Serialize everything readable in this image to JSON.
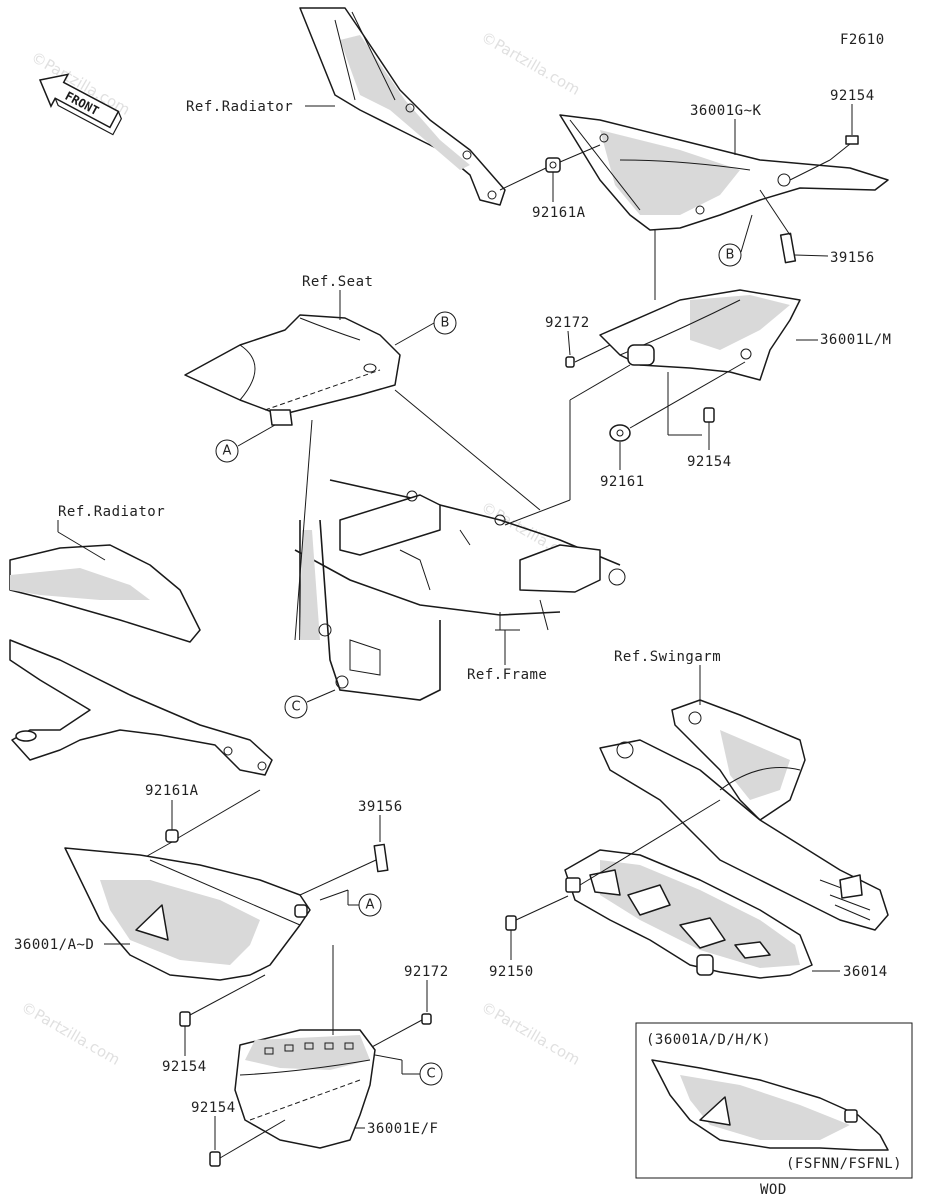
{
  "figure_code": "F2610",
  "footer_code": "WOD",
  "front_label": "FRONT",
  "watermark": "©Partzilla.com",
  "references": {
    "radiator_top": "Ref.Radiator",
    "seat": "Ref.Seat",
    "radiator_left": "Ref.Radiator",
    "frame": "Ref.Frame",
    "swingarm": "Ref.Swingarm"
  },
  "part_numbers": {
    "p92154_top": "92154",
    "p36001G_K": "36001G~K",
    "p92161A_top": "92161A",
    "p39156_top": "39156",
    "p92172_top": "92172",
    "p36001L_M": "36001L/M",
    "p92161": "92161",
    "p92154_mid": "92154",
    "p92161A_low": "92161A",
    "p39156_low": "39156",
    "p36001A_D": "36001/A~D",
    "p92154_low": "92154",
    "p92172_low": "92172",
    "p92154_bottom": "92154",
    "p36001E_F": "36001E/F",
    "p92150": "92150",
    "p36014": "36014"
  },
  "callouts": {
    "A": "A",
    "B": "B",
    "C": "C"
  },
  "inset": {
    "title": "(36001A/D/H/K)",
    "variant": "(FSFNN/FSFNL)"
  }
}
